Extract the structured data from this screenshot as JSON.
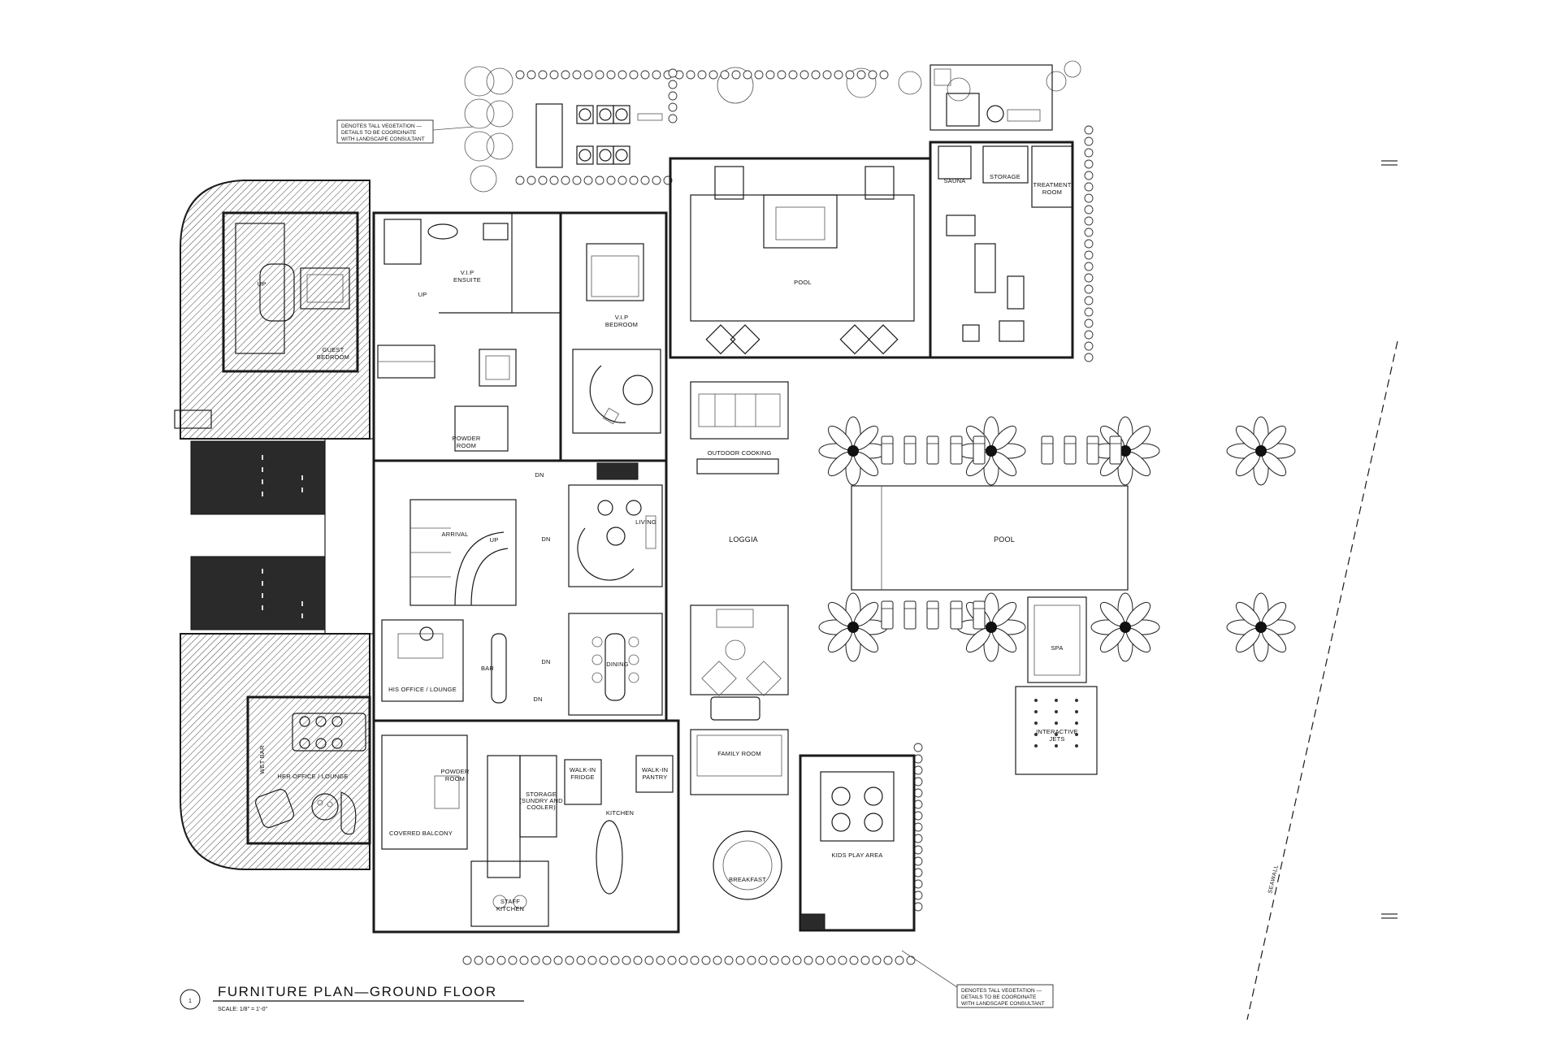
{
  "drawing": {
    "title": "FURNITURE PLAN—GROUND FLOOR",
    "scale": "SCALE: 1/8\" = 1'-0\"",
    "detail_number": "1"
  },
  "notes": {
    "top_note": [
      "DENOTES TALL VEGETATION —",
      "DETAILS TO BE COORDINATE",
      "WITH LANDSCAPE CONSULTANT"
    ],
    "bottom_note": [
      "DENOTES TALL VEGETATION —",
      "DETAILS TO BE COORDINATE",
      "WITH LANDSCAPE CONSULTANT"
    ]
  },
  "rooms": {
    "guest_bedroom": [
      "GUEST",
      "BEDROOM"
    ],
    "vip_ensuite": [
      "V.I.P",
      "ENSUITE"
    ],
    "vip_bedroom": [
      "V.I.P",
      "BEDROOM"
    ],
    "pool_upper": "POOL",
    "sauna": "SAUNA",
    "storage_upper": "STORAGE",
    "treatment_room": [
      "TREATMENT",
      "ROOM"
    ],
    "powder_room_upper": [
      "POWDER",
      "ROOM"
    ],
    "outdoor_cooking": "OUTDOOR COOKING",
    "arrival": "ARRIVAL",
    "living": "LIVING",
    "loggia": "LOGGIA",
    "pool_lower": "POOL",
    "his_office": "HIS OFFICE / LOUNGE",
    "bar": "BAR",
    "dining": "DINING",
    "spa": "SPA",
    "interactive_jets": [
      "INTERACTIVE",
      "JETS"
    ],
    "wet_bar": "WET BAR",
    "her_office": "HER OFFICE / LOUNGE",
    "powder_room_lower": [
      "POWDER",
      "ROOM"
    ],
    "covered_balcony": "COVERED BALCONY",
    "storage_kitchen": [
      "STORAGE",
      "(SUNDRY AND",
      "COOLER)"
    ],
    "walk_in_fridge": [
      "WALK-IN",
      "FRIDGE"
    ],
    "walk_in_pantry": [
      "WALK-IN",
      "PANTRY"
    ],
    "kitchen": "KITCHEN",
    "family_room": "FAMILY ROOM",
    "breakfast": "BREAKFAST",
    "kids_play_area": "KIDS PLAY AREA",
    "staff_kitchen": [
      "STAFF",
      "KITCHEN"
    ],
    "seawall": "SEAWALL"
  },
  "stair_labels": {
    "up1": "UP",
    "up2": "UP",
    "up3": "UP",
    "dn1": "DN",
    "dn2": "DN",
    "dn3": "DN",
    "dn4": "DN"
  }
}
